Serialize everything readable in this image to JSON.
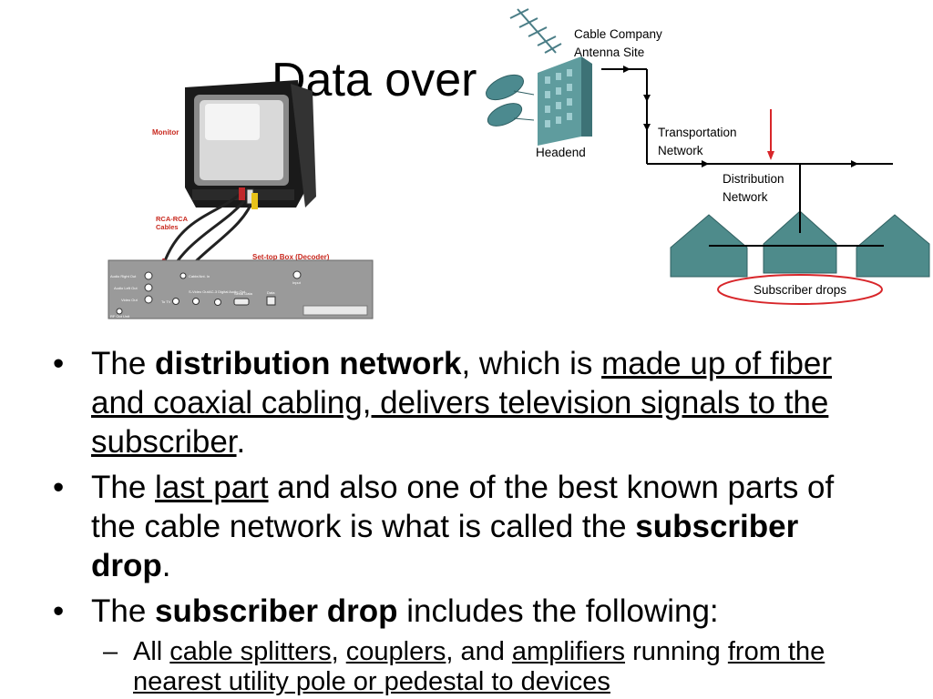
{
  "title": "Data over",
  "figure_tv": {
    "monitor_label": "Monitor",
    "cables_label_1": "RCA-RCA",
    "cables_label_2": "Cables",
    "stb_label": "Set-top Box (Decoder)",
    "port_audio_right": "Audio Right Out",
    "port_audio_left": "Audio Left Out",
    "port_video": "Video Out",
    "port_rf": "RF Out Unit",
    "port_cable_in": "Cable/Ant. In",
    "port_to_tv": "To TV",
    "port_svideo": "S-Video Out",
    "port_ac3": "AC-3 Digital Audio Out",
    "port_serial": "Serial Data",
    "port_data": "Data",
    "port_input": "Input"
  },
  "figure_network": {
    "antenna_label_1": "Cable Company",
    "antenna_label_2": "Antenna Site",
    "headend_label": "Headend",
    "transport_label_1": "Transportation",
    "transport_label_2": "Network",
    "distribution_label_1": "Distribution",
    "distribution_label_2": "Network",
    "subscriber_drops_label": "Subscriber drops"
  },
  "bullets": [
    {
      "t1": "The ",
      "b1": "distribution network",
      "t2": ", which is ",
      "u1": "made up of fiber and coaxial cabling, delivers television signals to the subscriber",
      "t3": "."
    },
    {
      "t1": "The ",
      "u1": "last part",
      "t2": " and also one of the best known parts of the cable network is what is called the ",
      "b1": "subscriber drop",
      "t3": "."
    },
    {
      "t1": "The ",
      "b1": "subscriber drop",
      "t2": " includes the following:"
    }
  ],
  "sub_bullet": {
    "t1": "All ",
    "u1": "cable splitters",
    "t2": ", ",
    "u2": "couplers",
    "t3": ", and ",
    "u3": "amplifiers",
    "t4": " running ",
    "u4": "from the nearest utility pole or pedestal to devices"
  },
  "colors": {
    "label_red": "#c8281e",
    "house": "#4e8b8b",
    "ellipse": "#d8262a"
  }
}
